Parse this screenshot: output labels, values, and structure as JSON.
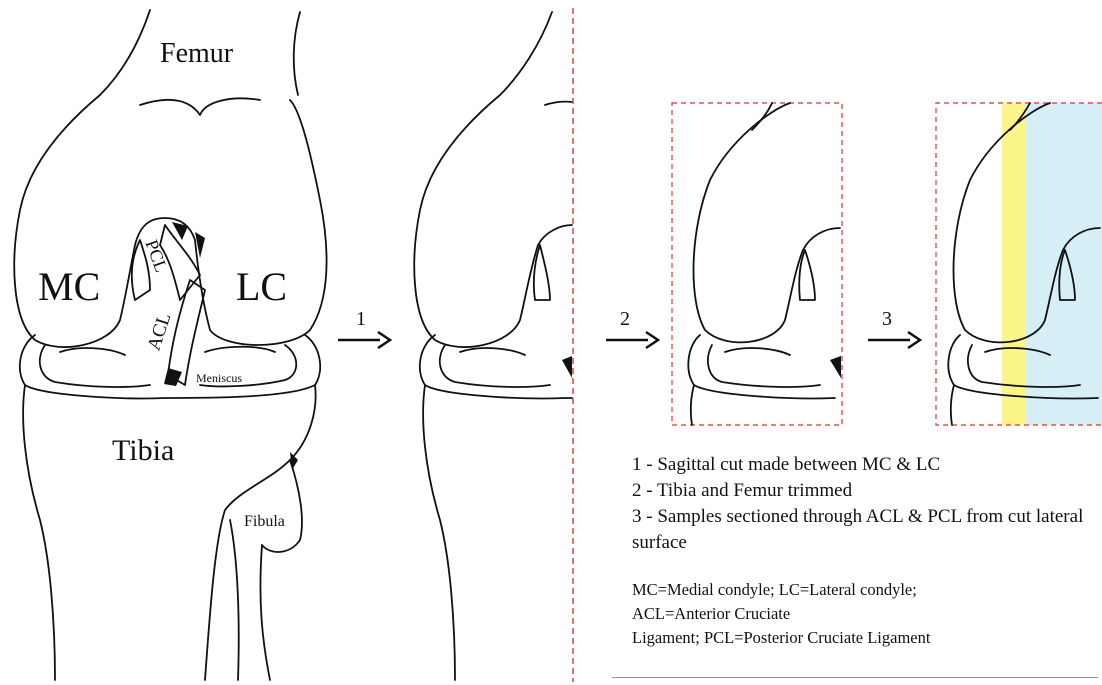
{
  "labels": {
    "femur": "Femur",
    "mc": "MC",
    "lc": "LC",
    "pcl": "PCL",
    "acl": "ACL",
    "meniscus": "Meniscus",
    "tibia": "Tibia",
    "fibula": "Fibula"
  },
  "arrows": [
    "1",
    "2",
    "3"
  ],
  "steps": [
    "1 - Sagittal cut made between MC & LC",
    "2 - Tibia and Femur trimmed",
    "3 - Samples sectioned through ACL & PCL from cut lateral surface"
  ],
  "abbreviations": [
    "MC=Medial condyle; LC=Lateral condyle;",
    "ACL=Anterior Cruciate",
    "Ligament; PCL=Posterior Cruciate Ligament"
  ],
  "colors": {
    "cut_line": "#e0504f",
    "highlight_yellow": "#fbf58a",
    "highlight_blue": "#d6eef6",
    "outline": "#111111"
  }
}
